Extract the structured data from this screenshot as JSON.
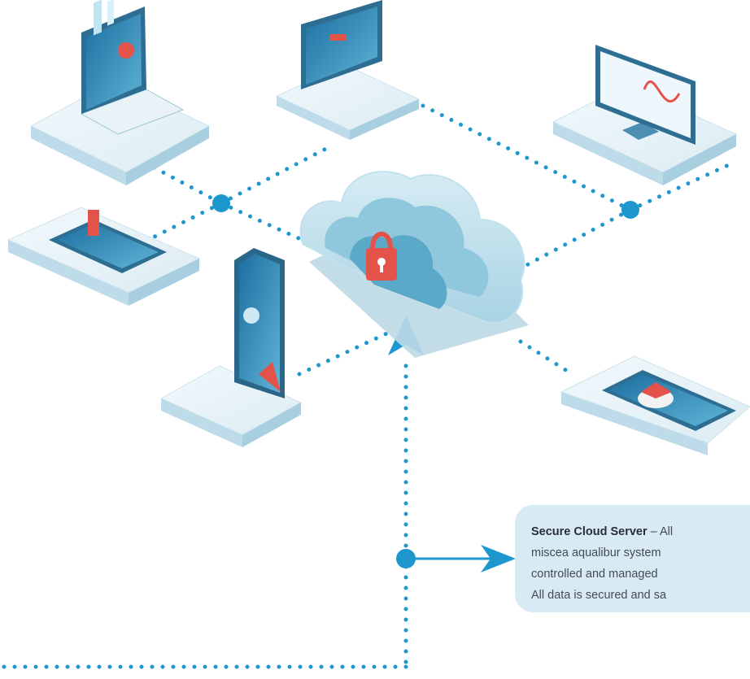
{
  "callout": {
    "title": "Secure Cloud Server",
    "dash": " – All",
    "line2": "miscea aqualibur system",
    "line3": "controlled and managed",
    "line4": "All data is secured and sa"
  },
  "colors": {
    "connector": "#1e97cf",
    "callout_bg": "#d8ebf5",
    "lock": "#e4534a",
    "platform": "#e3f1f6"
  },
  "icons": [
    "cloud-lock-icon",
    "laptop-icon",
    "monitor-icon",
    "desktop-chart-icon",
    "tablet-icon",
    "smartphone-icon",
    "phone-alert-icon"
  ]
}
